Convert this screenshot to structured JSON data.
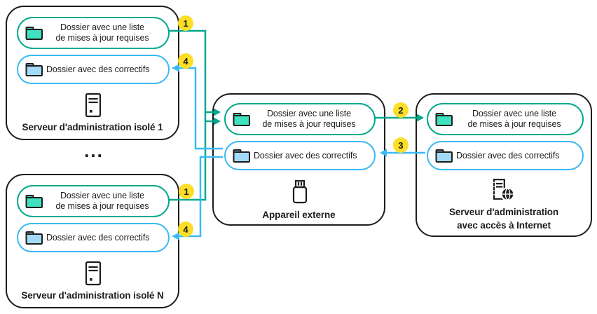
{
  "labels": {
    "updates_folder_line1": "Dossier avec une liste",
    "updates_folder_line2": "de mises à jour requises",
    "patches_folder": "Dossier avec des correctifs",
    "ellipsis": "..."
  },
  "boxes": {
    "isolated_1": {
      "title": "Serveur d'administration isolé 1"
    },
    "isolated_n": {
      "title": "Serveur d'administration isolé N"
    },
    "external_device": {
      "title": "Appareil externe"
    },
    "internet_server": {
      "title_line1": "Serveur d'administration",
      "title_line2": "avec accès à Internet"
    }
  },
  "steps": {
    "one": "1",
    "two": "2",
    "three": "3",
    "four": "4"
  },
  "icons": {
    "updates_folder": "folder-icon",
    "patches_folder": "folder-icon",
    "isolated_server": "server-tower-icon",
    "external_device": "usb-drive-icon",
    "internet_server": "server-globe-icon"
  },
  "colors": {
    "teal": "#00A88E",
    "blue": "#3BB9F5",
    "yellow": "#FCDE26",
    "ink": "#1D1D1B",
    "folder_green": "#3FE2BE",
    "folder_blue": "#A3DAF8"
  }
}
